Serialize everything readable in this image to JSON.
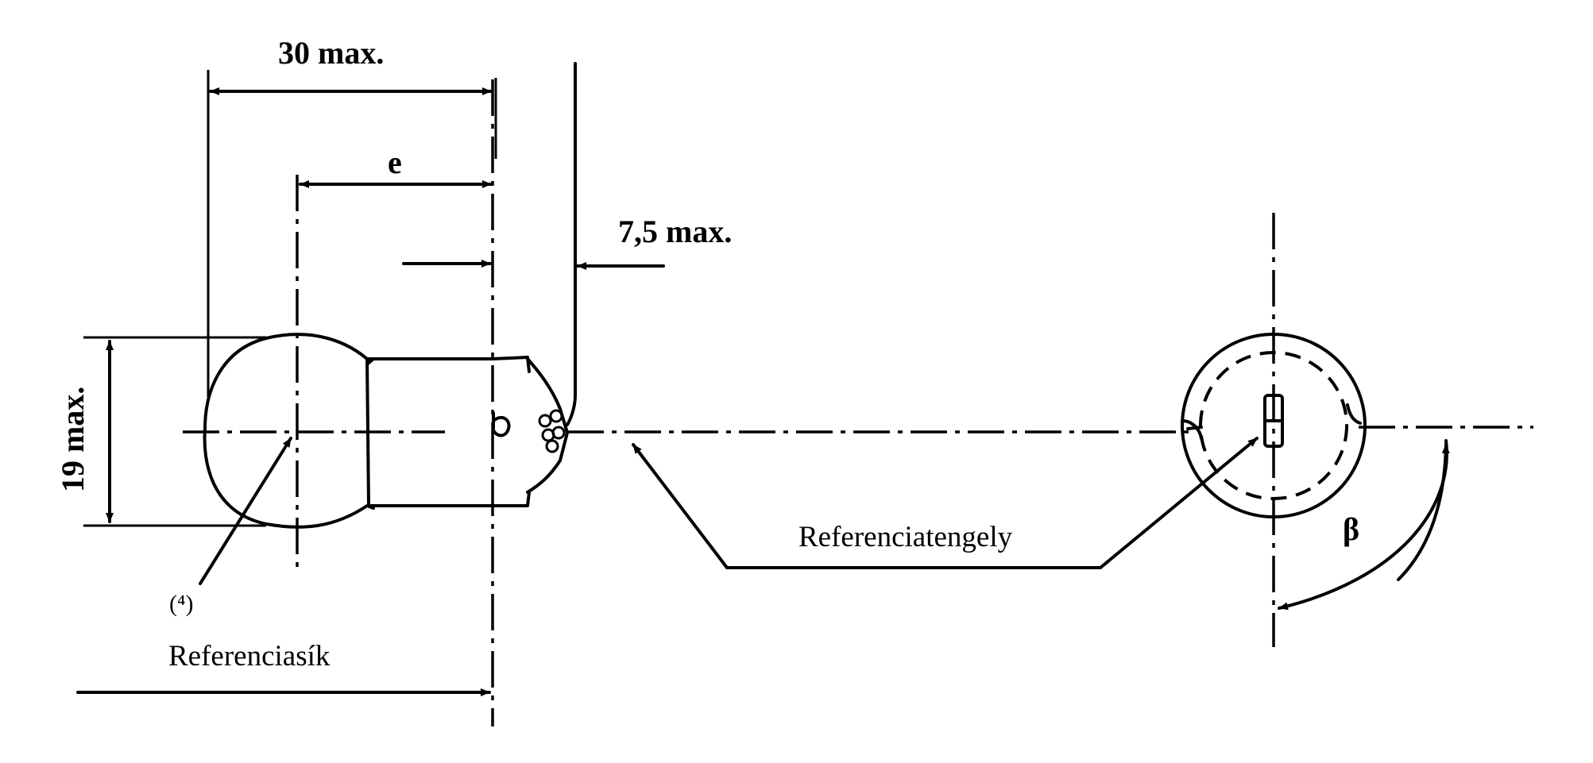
{
  "dimensions": {
    "overall_length": "30 max.",
    "light_centre_length": "e",
    "cap_offset": "7,5 max.",
    "bulb_diameter": "19 max."
  },
  "labels": {
    "reference_axis": "Referenciatengely",
    "reference_plane": "Referenciasík",
    "note_marker": "(⁴)",
    "angle": "β"
  }
}
